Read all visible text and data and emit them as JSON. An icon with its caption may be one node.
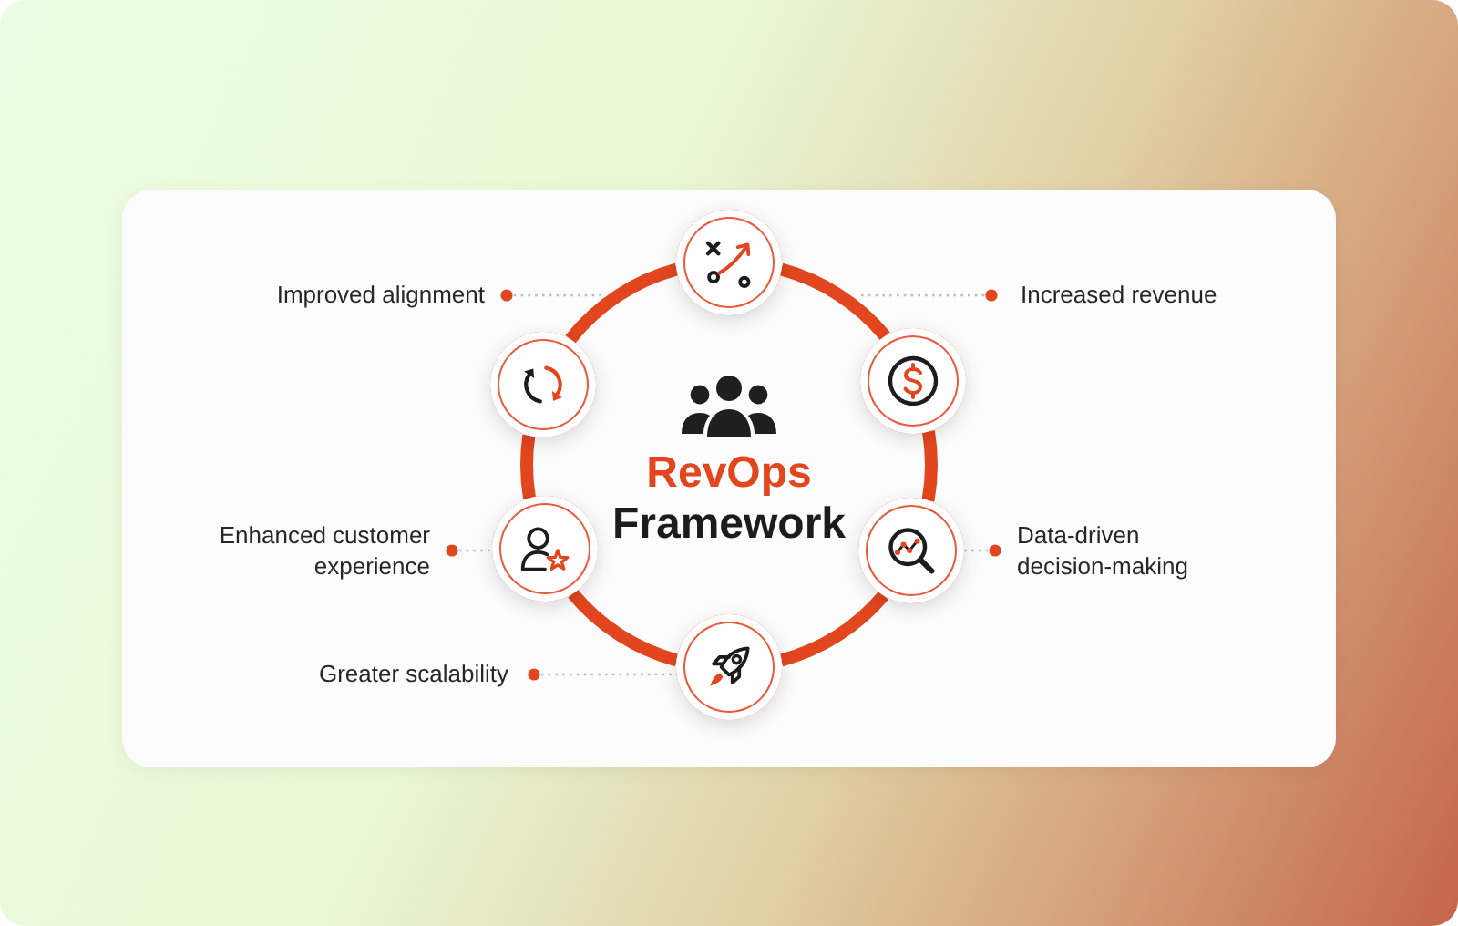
{
  "diagram": {
    "title": "RevOps Framework",
    "nodes": [
      {
        "text": [],
        "shape": "circle"
      },
      {
        "text": [
          "Improved alignment"
        ]
      },
      {
        "text": [
          "Increased revenue"
        ]
      },
      {
        "text": [],
        "shape": "circle"
      },
      {
        "text": [],
        "shape": "circle"
      },
      {
        "text": [
          "Enhanced customer experience"
        ]
      },
      {
        "text": [],
        "shape": "circle"
      },
      {
        "text": [],
        "shape": "circle"
      },
      {
        "text": [
          "Data-driven decision-making"
        ]
      },
      {
        "text": [],
        "shape": "circle"
      },
      {
        "text": [
          "Greater scalability"
        ]
      }
    ],
    "edges": [
      {
        "from": 0,
        "to": 4,
        "arrow": "none"
      },
      {
        "from": 4,
        "to": 7,
        "arrow": "none"
      },
      {
        "from": 7,
        "to": 9,
        "arrow": "none"
      },
      {
        "from": 9,
        "to": 6,
        "arrow": "none"
      },
      {
        "from": 6,
        "to": 3,
        "arrow": "none"
      },
      {
        "from": 3,
        "to": 0,
        "arrow": "none"
      },
      {
        "from": 1,
        "to": null,
        "arrow": "other",
        "style": "dashed",
        "color": "#bdbdbd"
      },
      {
        "from": 2,
        "to": null,
        "arrow": "other",
        "style": "dashed",
        "color": "#bdbdbd"
      },
      {
        "from": 5,
        "to": 6,
        "arrow": "other",
        "style": "dashed",
        "color": "#bdbdbd"
      },
      {
        "from": 8,
        "to": 7,
        "arrow": "other",
        "style": "dashed",
        "color": "#bdbdbd"
      },
      {
        "from": 10,
        "to": 9,
        "arrow": "other",
        "style": "dashed",
        "color": "#bdbdbd"
      }
    ]
  }
}
